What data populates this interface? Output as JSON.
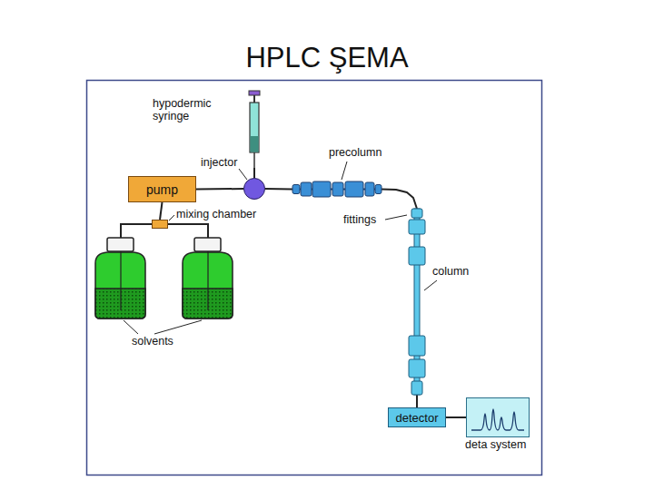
{
  "diagram": {
    "title": "HPLC ŞEMA",
    "nodes": [
      {
        "text": [
          "hypodermic syringe"
        ]
      },
      {
        "text": [
          "injector"
        ]
      },
      {
        "text": [
          "pump"
        ]
      },
      {
        "text": [
          "mixing chamber"
        ]
      },
      {
        "text": [
          "precolumn"
        ]
      },
      {
        "text": [
          "column"
        ]
      },
      {
        "text": [
          "detector"
        ]
      },
      {
        "text": [
          "deta system"
        ]
      }
    ],
    "edges": [
      {
        "from": 0,
        "to": 1,
        "arrow": "none"
      },
      {
        "from": 3,
        "to": 2,
        "arrow": "none"
      },
      {
        "from": 2,
        "to": 1,
        "arrow": "none"
      },
      {
        "from": 1,
        "to": 4,
        "arrow": "none"
      },
      {
        "from": 4,
        "to": 5,
        "arrow": "none"
      },
      {
        "from": 5,
        "to": 6,
        "arrow": "none"
      },
      {
        "from": 6,
        "to": 7,
        "arrow": "none"
      }
    ],
    "labels": [
      "solvents",
      "fittings"
    ]
  }
}
